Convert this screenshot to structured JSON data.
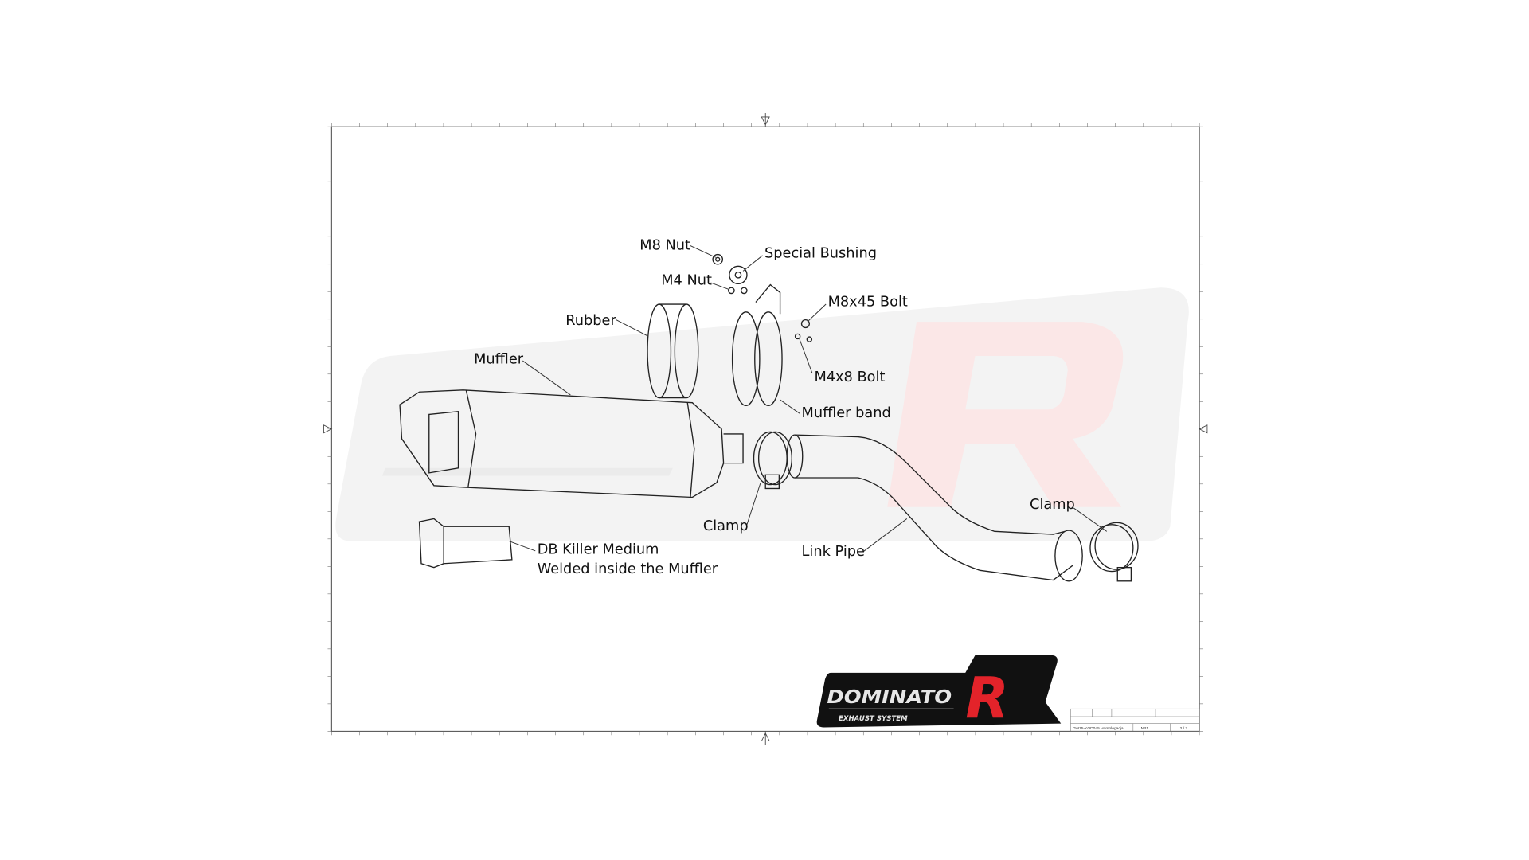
{
  "labels": {
    "m8_nut": "M8 Nut",
    "special_bushing": "Special Bushing",
    "m4_nut": "M4 Nut",
    "m8x45_bolt": "M8x45 Bolt",
    "rubber": "Rubber",
    "m4x8_bolt": "M4x8 Bolt",
    "muffler": "Muffler",
    "muffler_band": "Muffler band",
    "clamp_right": "Clamp",
    "clamp_left": "Clamp",
    "link_pipe": "Link Pipe",
    "db_killer_line1": "DB Killer Medium",
    "db_killer_line2": "Welded inside the Muffler"
  },
  "logo": {
    "brand": "DOMINATOR",
    "brand_main": "DOMINATO",
    "brand_r": "R",
    "tagline": "EXHAUST SYSTEM",
    "colors": {
      "bg": "#111111",
      "text": "#e6e6e6",
      "r": "#e3232a"
    }
  },
  "title_block": {
    "drawing_number": "DW15-KOD045 Homologacja",
    "sheet": "2 / 2",
    "rev": "NP1"
  }
}
